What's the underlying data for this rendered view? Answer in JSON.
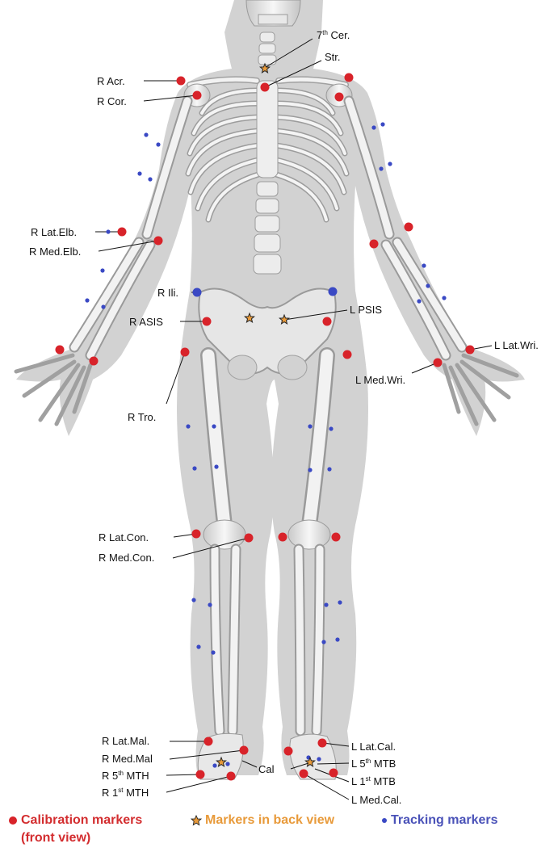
{
  "labels": {
    "cer_pre": "7",
    "cer_sup": "th",
    "cer_post": " Cer.",
    "str": "Str.",
    "r_acr": "R Acr.",
    "r_cor": "R Cor.",
    "r_lat_elb": "R Lat.Elb.",
    "r_med_elb": "R Med.Elb.",
    "r_ili": "R Ili.",
    "r_asis": "R ASIS",
    "l_psis": "L PSIS",
    "l_lat_wri": "L Lat.Wri.",
    "l_med_wri": "L Med.Wri.",
    "r_tro": "R Tro.",
    "r_lat_con": "R Lat.Con.",
    "r_med_con": "R Med.Con.",
    "r_lat_mal": "R Lat.Mal.",
    "r_med_mal": "R Med.Mal",
    "r_5th_pre": "R 5",
    "r_5th_sup": "th",
    "r_5th_post": " MTH",
    "r_1st_pre": "R 1",
    "r_1st_sup": "st",
    "r_1st_post": " MTH",
    "cal": "Cal",
    "l_lat_cal": "L Lat.Cal.",
    "l_5th_pre": "L 5",
    "l_5th_sup": "th",
    "l_5th_post": " MTB",
    "l_1st_pre": "L 1",
    "l_1st_sup": "st",
    "l_1st_post": " MTB",
    "l_med_cal": "L Med.Cal."
  },
  "legend": {
    "calibration": "Calibration markers",
    "calibration_sub": "(front view)",
    "back": "Markers in back view",
    "tracking": "Tracking markers"
  },
  "colors": {
    "calibration_marker": "#d8232a",
    "back_marker": "#e89a3a",
    "tracking_marker": "#3a49c4",
    "silhouette": "#cfcfcf",
    "bone": "#f0f0f0"
  }
}
